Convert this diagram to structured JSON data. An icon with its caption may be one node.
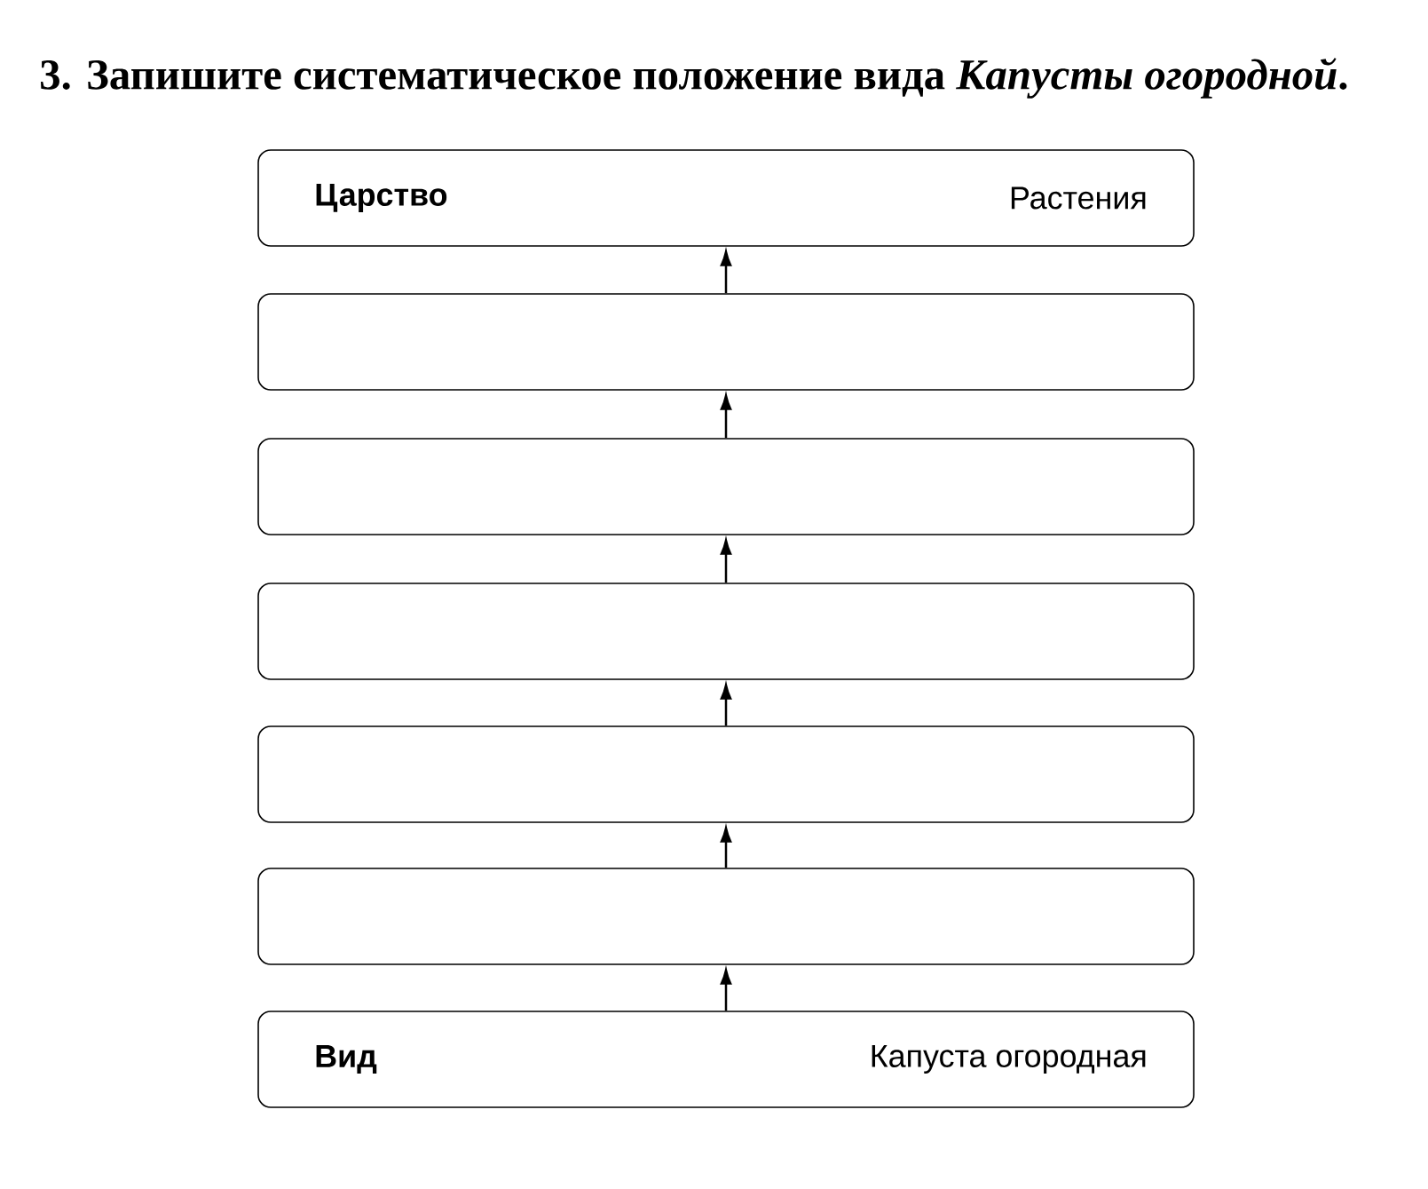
{
  "diagram": {
    "title": "3. Запишите систематическое положение вида *Капусты огородной*.",
    "nodes": [
      {
        "text": [
          "Царство",
          "Растения"
        ]
      },
      {
        "text": [],
        "shape": "box"
      },
      {
        "text": [],
        "shape": "box"
      },
      {
        "text": [],
        "shape": "box"
      },
      {
        "text": [],
        "shape": "box"
      },
      {
        "text": [],
        "shape": "box"
      },
      {
        "text": [
          "Вид",
          "Капуста огородная"
        ]
      }
    ],
    "edges": [
      {
        "from": 1,
        "to": 0,
        "arrow": "to"
      },
      {
        "from": 2,
        "to": 1,
        "arrow": "to"
      },
      {
        "from": 3,
        "to": 2,
        "arrow": "to"
      },
      {
        "from": 4,
        "to": 3,
        "arrow": "to"
      },
      {
        "from": 5,
        "to": 4,
        "arrow": "to"
      },
      {
        "from": 6,
        "to": 5,
        "arrow": "to"
      }
    ]
  }
}
